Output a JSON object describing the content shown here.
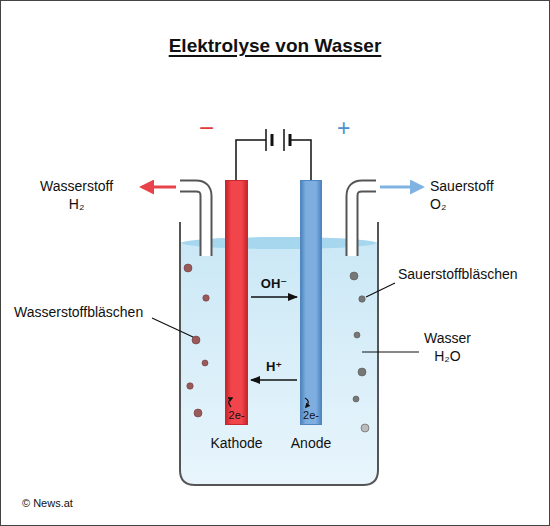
{
  "diagram": {
    "title": "Elektrolyse von Wasser",
    "nodes": [
      {
        "text": [
          "2e-",
          "Kathode"
        ]
      },
      {
        "text": [
          "2e-",
          "Anode"
        ]
      }
    ],
    "edges": [
      {
        "from": 0,
        "to": 1,
        "arrow": "to",
        "label": "OH⁻"
      },
      {
        "from": 1,
        "to": 0,
        "arrow": "to",
        "label": "H⁺"
      }
    ],
    "labels": [
      "−",
      "+",
      "Wasserstoff H₂",
      "Sauerstoff O₂",
      "Sauerstoffbläschen",
      "Wasserstoffbläschen",
      "Wasser H₂O",
      "© News.at"
    ]
  }
}
